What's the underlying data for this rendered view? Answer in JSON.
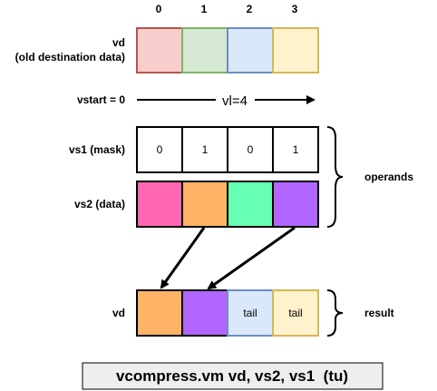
{
  "indices": [
    "0",
    "1",
    "2",
    "3"
  ],
  "vd_old": {
    "label_line1": "vd",
    "label_line2": "(old destination data)",
    "colors": [
      "#f8cecc",
      "#d5e8d4",
      "#dae8fc",
      "#fff2cc"
    ],
    "borders": [
      "#b85450",
      "#82b366",
      "#6c8ebf",
      "#d6b656"
    ]
  },
  "vstart": {
    "label": "vstart = 0",
    "vl_label": "vl=4"
  },
  "vs1": {
    "label": "vs1 (mask)",
    "values": [
      "0",
      "1",
      "0",
      "1"
    ]
  },
  "vs2": {
    "label": "vs2 (data)",
    "colors": [
      "#ff66b3",
      "#ffb366",
      "#66ffb3",
      "#b266ff"
    ]
  },
  "operands_label": "operands",
  "vd_result": {
    "label": "vd",
    "colors": [
      "#ffb366",
      "#b266ff",
      "#dae8fc",
      "#fff2cc"
    ],
    "borders": [
      "#000000",
      "#000000",
      "#6c8ebf",
      "#d6b656"
    ],
    "texts": [
      "",
      "",
      "tail",
      "tail"
    ]
  },
  "result_label": "result",
  "instruction": "vcompress.vm vd, vs2, vs1  (tu)"
}
